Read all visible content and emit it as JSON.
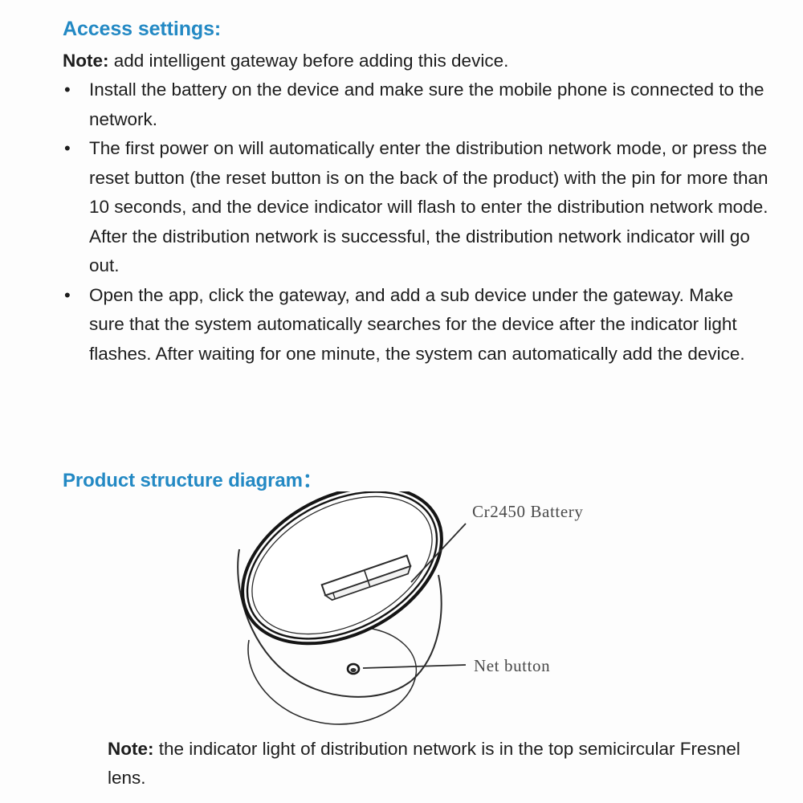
{
  "document": {
    "access_section": {
      "heading": "Access settings:",
      "note_label": "Note:",
      "note_text": " add intelligent gateway before adding this device.",
      "bullet_marker": "•",
      "bullets": [
        "Install the battery on the device and make sure the mobile phone is connected to the network.",
        "The first power on will automatically enter the distribution network mode, or press the reset button (the reset button is on the back of the product) with the pin for more than 10 seconds, and the device indicator will flash to enter the distribution network mode. After the distribution network is successful, the distribution network indicator will go out.",
        "Open the app, click the gateway, and add a sub device under the gateway. Make sure that the system automatically searches for the device after the indicator light flashes. After waiting for one minute, the system can automatically add the device."
      ]
    },
    "structure_section": {
      "heading": "Product structure diagram：",
      "diagram": {
        "battery_label": "Cr2450 Battery",
        "net_button_label": "Net button"
      },
      "note_label": "Note:",
      "note_text": " the indicator light of distribution network is in the top semicircular Fresnel lens."
    },
    "colors": {
      "heading_blue": "#2389c4",
      "body_text": "#1d1d1d",
      "diagram_line": "#1a1a1a",
      "diagram_label": "#4a4a4a",
      "page_background": "#fdfdfd"
    }
  }
}
